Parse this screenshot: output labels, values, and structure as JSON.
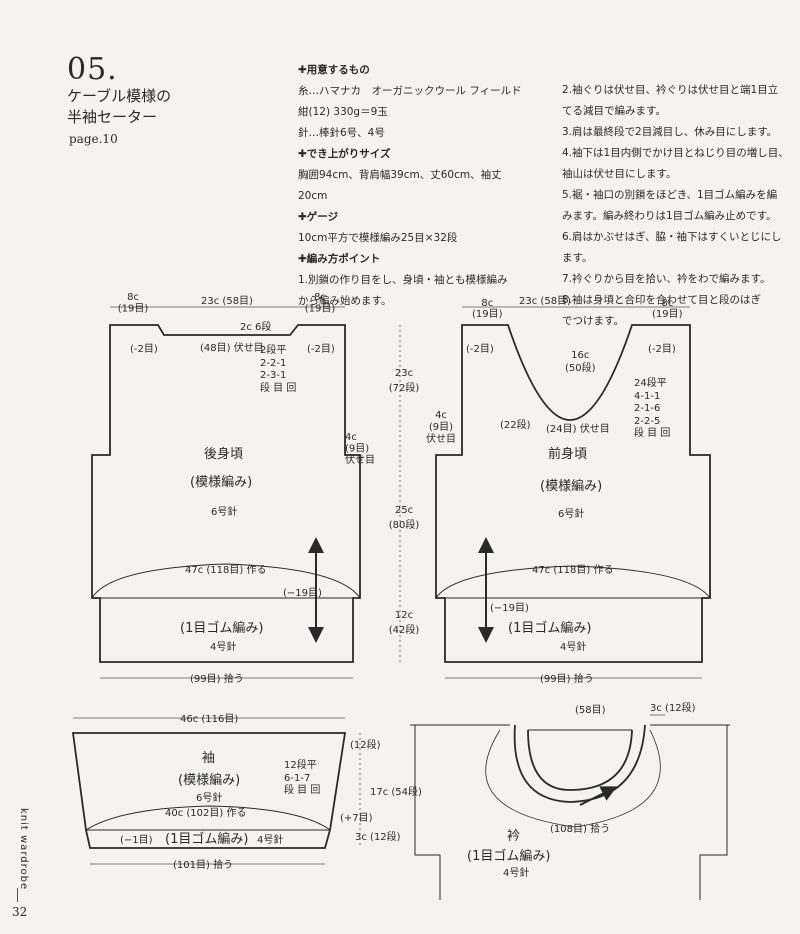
{
  "header": {
    "number": "05.",
    "title_line1": "ケーブル模様の",
    "title_line2": "半袖セーター",
    "page_ref": "page.10"
  },
  "materials": [
    {
      "heading": "✚用意するもの"
    },
    {
      "text": "糸…ハマナカ　オーガニックウール フィールド"
    },
    {
      "text": "紺(12) 330g＝9玉"
    },
    {
      "text": "針…棒針6号、4号"
    },
    {
      "heading": "✚でき上がりサイズ"
    },
    {
      "text": "胸囲94cm、背肩幅39cm、丈60cm、袖丈"
    },
    {
      "text": "20cm"
    },
    {
      "heading": "✚ゲージ"
    },
    {
      "text": "10cm平方で模様編み25目×32段"
    },
    {
      "heading": "✚編み方ポイント"
    },
    {
      "text": "1.別鎖の作り目をし、身頃・袖とも模様編み"
    },
    {
      "text": "から編み始めます。"
    }
  ],
  "steps": [
    "2.袖ぐりは伏せ目、衿ぐりは伏せ目と端1目立",
    "てる減目で編みます。",
    "3.肩は最終段で2目減目し、休み目にします。",
    "4.袖下は1目内側でかけ目とねじり目の増し目、",
    "袖山は伏せ目にします。",
    "5.裾・袖口の別鎖をほどき、1目ゴム編みを編",
    "みます。編み終わりは1目ゴム編み止めです。",
    "6.肩はかぶせはぎ、脇・袖下はすくいとじにし",
    "ます。",
    "7.衿ぐりから目を拾い、衿をわで編みます。",
    "8.袖は身頃と合印を合わせて目と段のはぎ",
    "でつけます。"
  ],
  "back": {
    "shoulder_left": "8c\n(19目)",
    "neck_width": "23c (58目)",
    "shoulder_right": "8c\n(19目)",
    "neck_depth": "2c 6段",
    "neck_bind": "(48目) 伏せ目",
    "dec_left": "(-2目)",
    "dec_right": "(-2目)",
    "neck_dec": "2段平\n2-2-1\n2-3-1\n段 目 回",
    "armhole": "4c\n(9目)\n伏せ目",
    "name": "後身頃",
    "pattern": "(模様編み)",
    "needle": "6号針",
    "cast": "47c (118目) 作る",
    "rib_dec": "(−19目)",
    "rib_label": "(1目ゴム編み)",
    "rib_needle": "4号針",
    "pickup": "(99目) 拾う"
  },
  "vertical_dims": {
    "upper": "23c (72段)",
    "middle": "25c (80段)",
    "lower": "12c (42段)"
  },
  "front": {
    "shoulder_left": "8c\n(19目)",
    "neck_width": "23c (58目)",
    "shoulder_right": "8c\n(19目)",
    "neck_depth": "16c\n(50段)",
    "neck_bind": "(24目) 伏せ目",
    "dec_left": "(-2目)",
    "dec_right": "(-2目)",
    "neck_dec": "24段平\n4-1-1\n2-1-6\n2-2-5\n段 目 回",
    "armhole": "4c\n(9目)\n伏せ目",
    "side_rows": "(22段)",
    "name": "前身頃",
    "pattern": "(模様編み)",
    "needle": "6号針",
    "cast": "47c (118目) 作る",
    "rib_dec": "(−19目)",
    "rib_label": "(1目ゴム編み)",
    "rib_needle": "4号針",
    "pickup": "(99目) 拾う"
  },
  "sleeve": {
    "top": "46c (116目)",
    "top_rows": "(12段)",
    "name": "袖",
    "pattern": "(模様編み)",
    "needle": "6号針",
    "inc": "12段平\n6-1-7\n段 目 回",
    "length": "17c (54段)",
    "inc_total": "(+7目)",
    "cast": "40c (102目) 作る",
    "cuff_dec": "(−1目)",
    "cuff_label": "(1目ゴム編み)",
    "cuff_needle": "4号針",
    "cuff_len": "3c (12段)",
    "pickup": "(101目) 拾う"
  },
  "collar": {
    "top_stitch": "(58目)",
    "height": "3c (12段)",
    "pickup": "(108目) 拾う",
    "name": "衿",
    "rib_label": "(1目ゴム編み)",
    "needle": "4号針"
  },
  "footer": {
    "side_label": "knit wardrobe",
    "page_no": "32"
  }
}
